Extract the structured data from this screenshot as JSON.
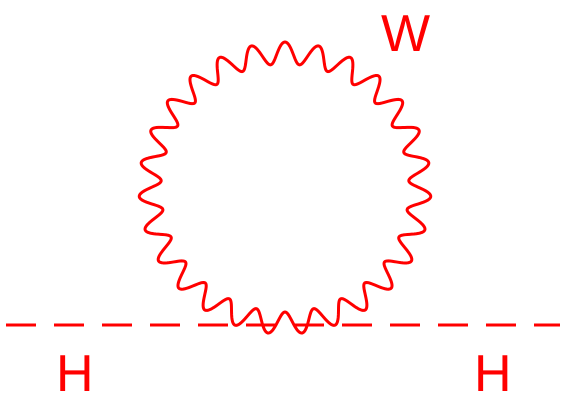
{
  "diagram": {
    "type": "feynman-diagram",
    "color": "#ff0000",
    "background": "#ffffff",
    "loop_particle": {
      "label": "W",
      "line_style": "wavy",
      "shape": "closed-loop"
    },
    "external_particles": [
      {
        "label": "H",
        "line_style": "dashed"
      },
      {
        "label": "H",
        "line_style": "dashed"
      }
    ]
  }
}
